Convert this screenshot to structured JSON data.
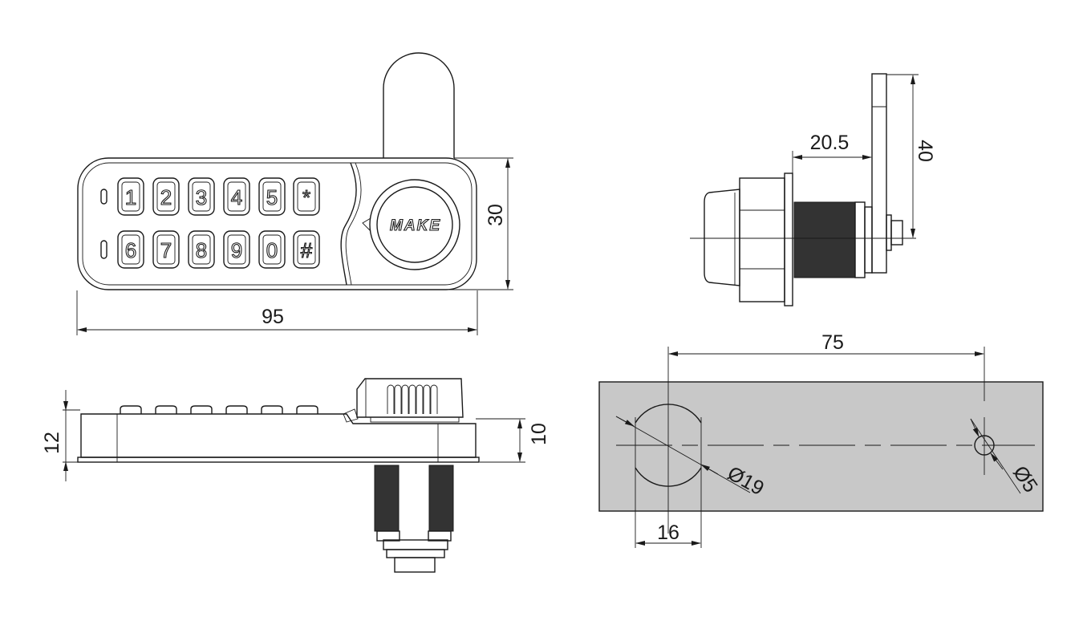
{
  "drawing": {
    "front_view": {
      "keys_row1": [
        "1",
        "2",
        "3",
        "4",
        "5",
        "*"
      ],
      "keys_row2": [
        "6",
        "7",
        "8",
        "9",
        "0",
        "#"
      ],
      "knob_logo": "MAKE",
      "dim_width": "95",
      "dim_height": "30"
    },
    "side_view": {
      "dim_total_height": "12",
      "dim_body_height": "10"
    },
    "cam_view": {
      "dim_cam_offset": "20.5",
      "dim_cam_length": "40"
    },
    "cutout_template": {
      "dim_hole_spacing": "75",
      "dim_main_hole": "Ø19",
      "dim_flat_width": "16",
      "dim_small_hole": "Ø5",
      "fill_color": "#c8c8c8"
    }
  }
}
